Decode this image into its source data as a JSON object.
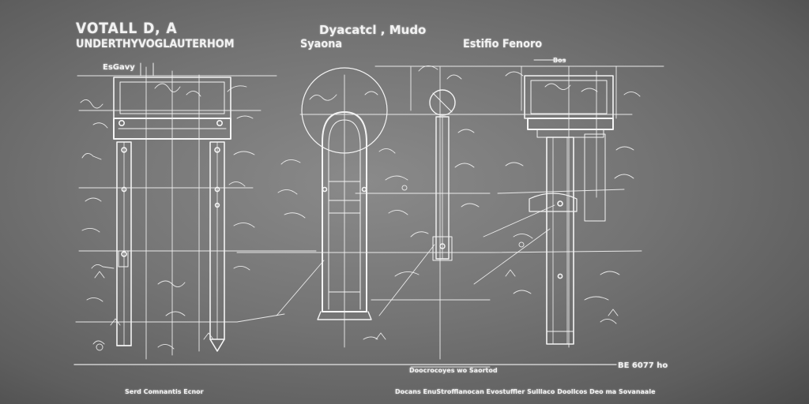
{
  "header": {
    "title_line1": "VOTALL D,  A",
    "title_line2": "UNDERTHYVOGLAUTERHOM",
    "center_title": "Dyacatcl , Mudo",
    "center_subtitle": "Syaona",
    "right_title": "Estifio Fenoro"
  },
  "labels": {
    "left_panel_label": "EsGavy",
    "right_panel_small": "Bos",
    "scale_note": "BE 6077 ho"
  },
  "footer": {
    "left_caption": "Serd Comnantis Ecnor",
    "center_caption": "Doocrocoyes wo Saortod",
    "right_caption": "Docans EnuStrofflanocan Evostuffler Sulllaco Doollcos Deo ma Sovanaale"
  },
  "colors": {
    "background": "#747474",
    "ink": "#f2f2f2"
  }
}
